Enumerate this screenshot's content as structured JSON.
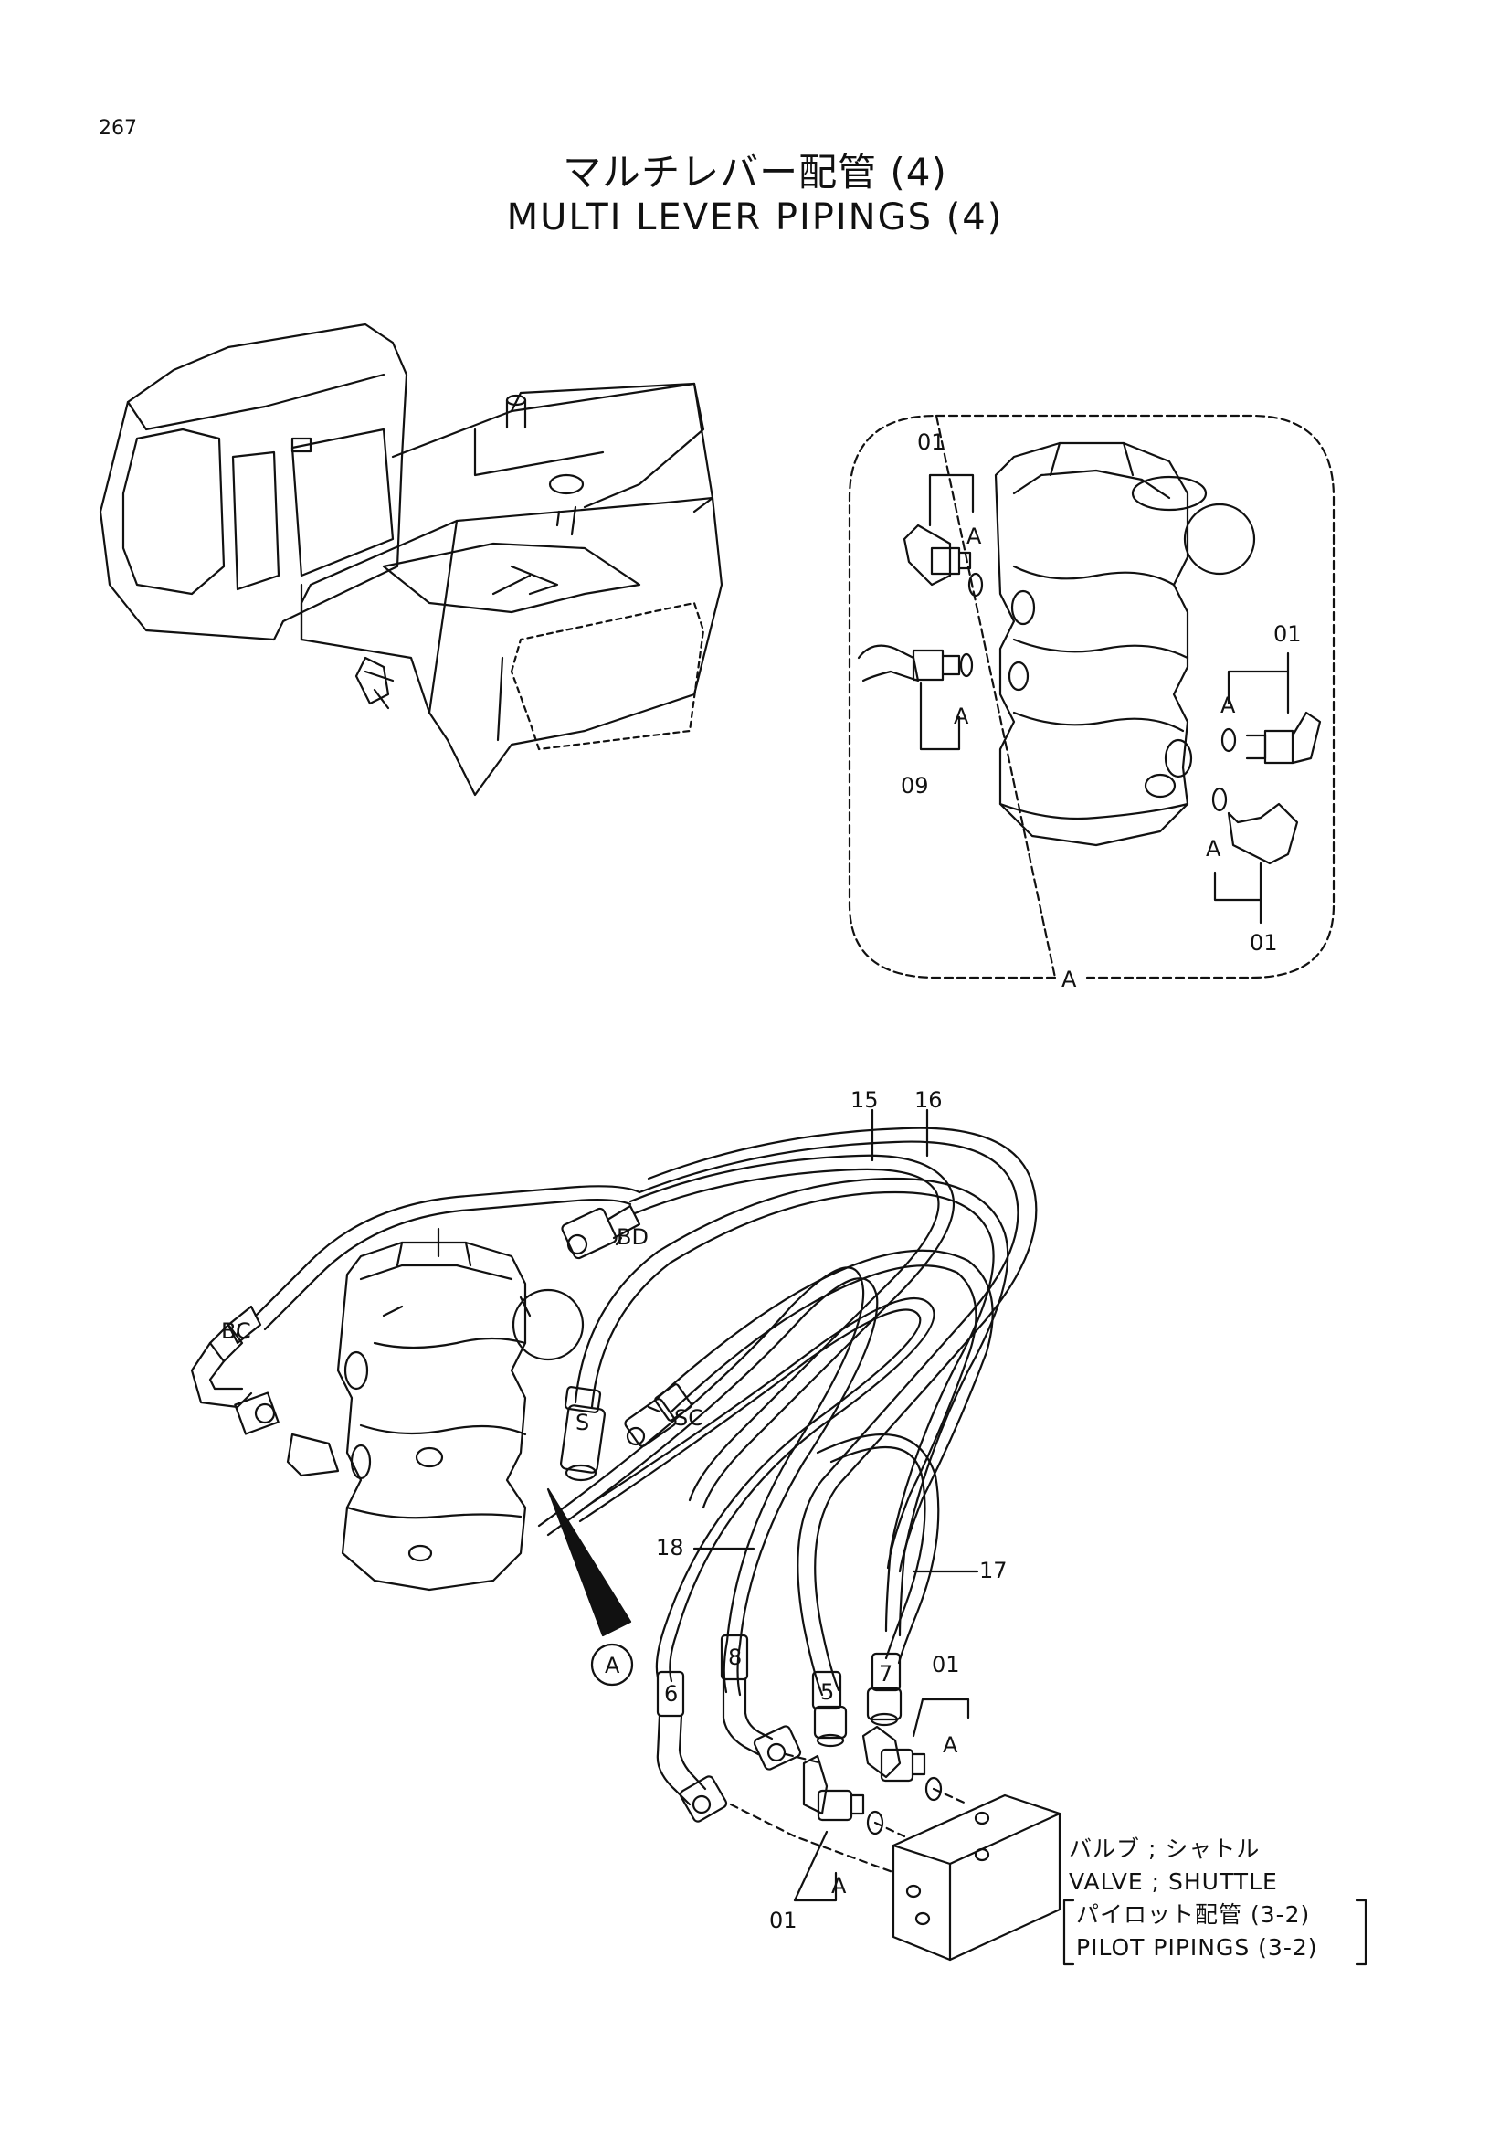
{
  "page_number": "267",
  "title_jp": "マルチレバー配管 (4)",
  "title_en": "MULTI LEVER PIPINGS (4)",
  "detail_a": {
    "callouts": {
      "top_left": "01",
      "right_upper": "01",
      "left_lower": "09",
      "right_lower": "01"
    },
    "seal_labels": [
      "A",
      "A",
      "A",
      "A"
    ],
    "section_label": "A"
  },
  "main_view": {
    "hose_labels": {
      "h15": "15",
      "h16": "16",
      "h17": "17",
      "h18": "18"
    },
    "port_labels": {
      "bd": "BD",
      "bc": "BC",
      "sc": "SC",
      "s": "S"
    },
    "sleeve_numbers": [
      "6",
      "8",
      "5",
      "7"
    ],
    "fitting_labels": {
      "upper": "01",
      "lower": "01"
    },
    "seal_labels": [
      "A",
      "A"
    ],
    "detail_marker": "A"
  },
  "notes": {
    "valve_jp": "バルブ ; シャトル",
    "valve_en": "VALVE ; SHUTTLE",
    "ref_jp": "パイロット配管 (3-2)",
    "ref_en": "PILOT PIPINGS (3-2)"
  }
}
